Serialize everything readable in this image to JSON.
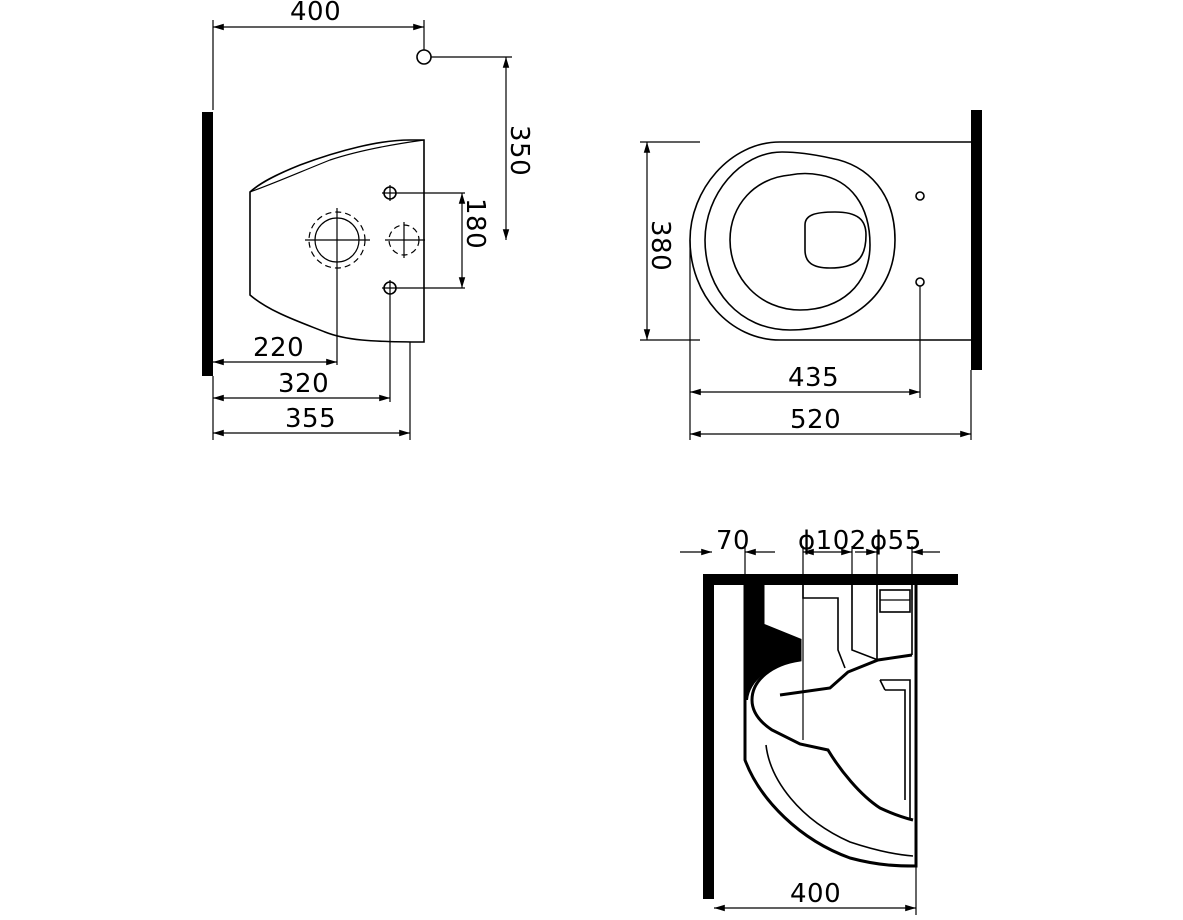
{
  "top_view": {
    "dim_width": "400",
    "dim_height_350": "350",
    "dim_180": "180",
    "dim_220": "220",
    "dim_320": "320",
    "dim_355": "355"
  },
  "plan_view": {
    "dim_380": "380",
    "dim_435": "435",
    "dim_520": "520"
  },
  "section_view": {
    "dim_70": "70",
    "dim_d102": "ϕ102",
    "dim_d55": "ϕ55",
    "dim_400": "400"
  }
}
